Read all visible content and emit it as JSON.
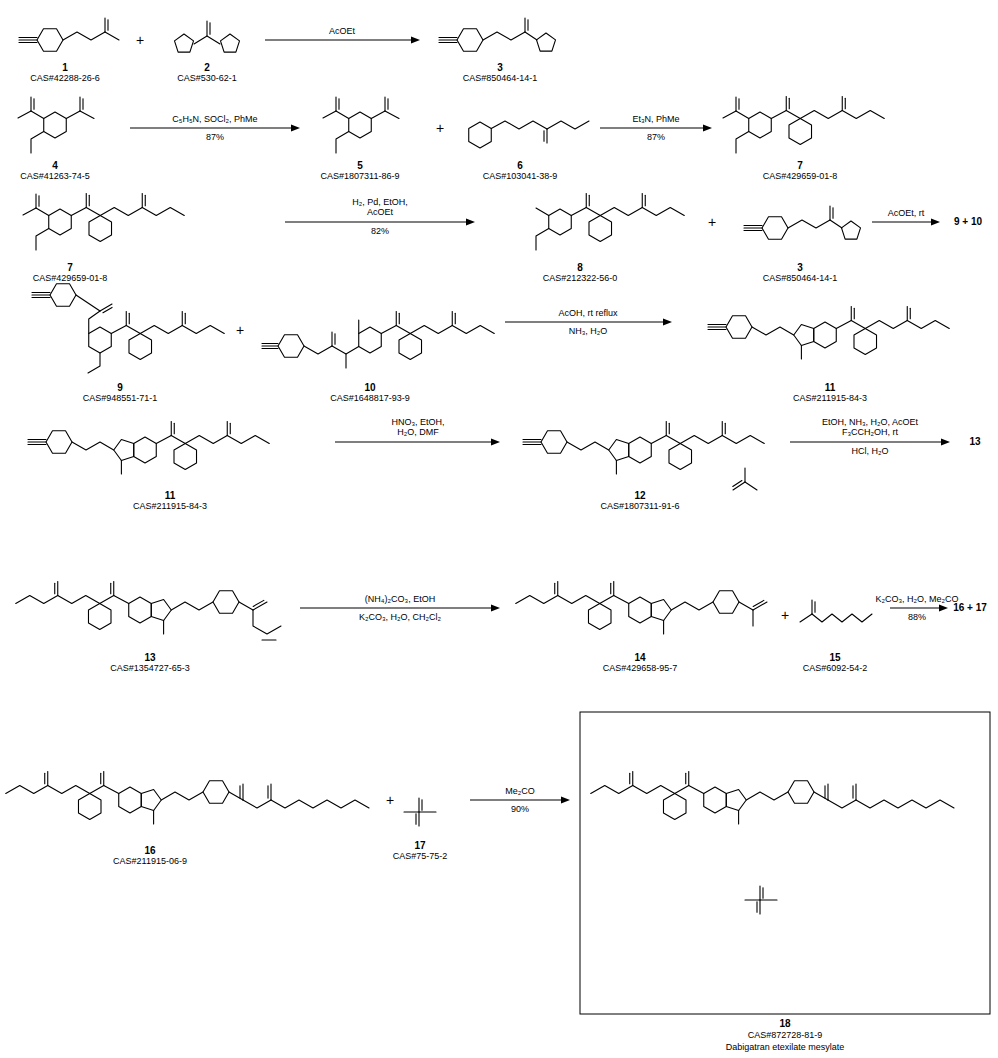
{
  "diagram": {
    "labels": [
      "1",
      "CAS#42288-26-6",
      "+",
      "2",
      "CAS#530-62-1",
      "AcOEt",
      "3",
      "CAS#850464-14-1",
      "4",
      "CAS#41263-74-5",
      "C₅H₅N, SOCl₂, PhMe",
      "87%",
      "5",
      "CAS#1807311-86-9",
      "+",
      "6",
      "CAS#103041-38-9",
      "Et₃N, PhMe",
      "87%",
      "7",
      "CAS#429659-01-8",
      "7",
      "CAS#429659-01-8",
      "H₂, Pd, EtOH, AcOEt",
      "82%",
      "8",
      "CAS#212322-56-0",
      "+",
      "3",
      "CAS#850464-14-1",
      "AcOEt, rt",
      "9 + 10",
      "9",
      "CAS#948551-71-1",
      "+",
      "10",
      "CAS#1648817-93-9",
      "AcOH, rt reflux",
      "NH₃, H₂O",
      "11",
      "CAS#211915-84-3",
      "11",
      "CAS#211915-84-3",
      "HNO₃, EtOH, H₂O, DMF",
      "12",
      "CAS#1807311-91-6",
      "EtOH, NH₃, H₂O, AcOEt F₃CCH₂OH, rt",
      "HCl, H₂O",
      "13",
      "13",
      "CAS#1354727-65-3",
      "(NH₄)₂CO₃, EtOH",
      "K₂CO₃, H₂O, CH₂Cl₂",
      "14",
      "CAS#429658-95-7",
      "+",
      "15",
      "CAS#6092-54-2",
      "K₂CO₃, H₂O, Me₂CO",
      "88%",
      "16 + 17",
      "16",
      "CAS#211915-06-9",
      "+",
      "17",
      "CAS#75-75-2",
      "Me₂CO",
      "90%",
      "18",
      "CAS#872728-81-9",
      "Dabigatran etexilate mesylate"
    ]
  }
}
